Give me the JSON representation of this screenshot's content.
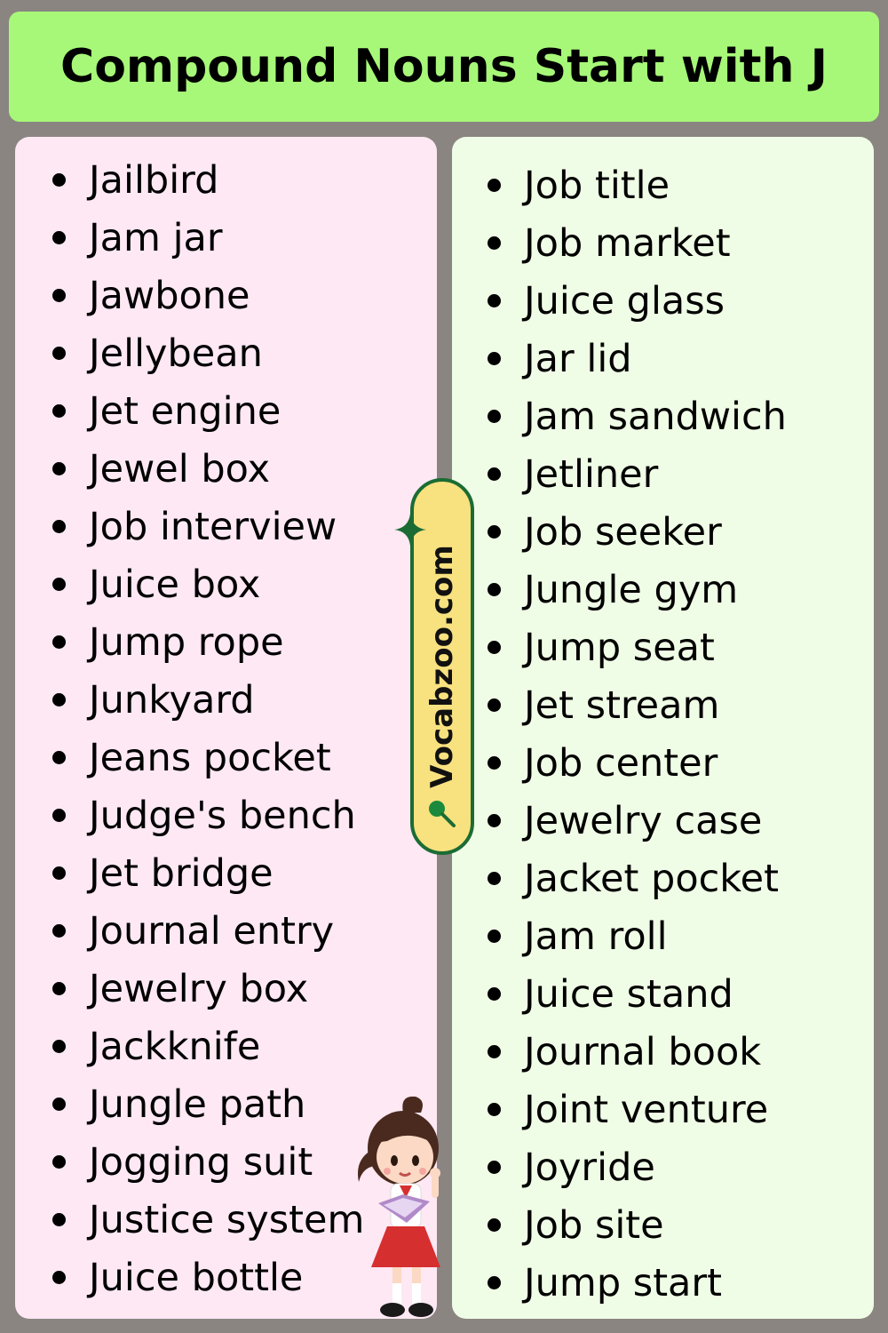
{
  "header": {
    "title": "Compound Nouns Start with J"
  },
  "colors": {
    "background": "#8a8581",
    "title_bar": "#a7f878",
    "left_panel": "#fde8f4",
    "right_panel": "#f0fde6",
    "badge_fill": "#f8e17f",
    "badge_border": "#1b6c34"
  },
  "badge": {
    "text": "Vocabzoo.com",
    "icons": [
      "sparkle-icon",
      "search-icon"
    ]
  },
  "illustration": {
    "name": "girl-reading-book-illustration"
  },
  "left_column": [
    "Jailbird",
    "Jam jar",
    "Jawbone",
    "Jellybean",
    "Jet engine",
    "Jewel box",
    "Job interview",
    "Juice box",
    "Jump rope",
    "Junkyard",
    "Jeans pocket",
    "Judge's bench",
    "Jet bridge",
    "Journal entry",
    "Jewelry box",
    "Jackknife",
    "Jungle path",
    "Jogging suit",
    "Justice system",
    "Juice bottle"
  ],
  "right_column": [
    "Job title",
    "Job market",
    "Juice glass",
    "Jar lid",
    "Jam sandwich",
    "Jetliner",
    "Job seeker",
    "Jungle gym",
    "Jump seat",
    "Jet stream",
    "Job center",
    "Jewelry case",
    "Jacket pocket",
    "Jam roll",
    "Juice stand",
    "Journal book",
    "Joint venture",
    "Joyride",
    "Job site",
    "Jump start"
  ]
}
